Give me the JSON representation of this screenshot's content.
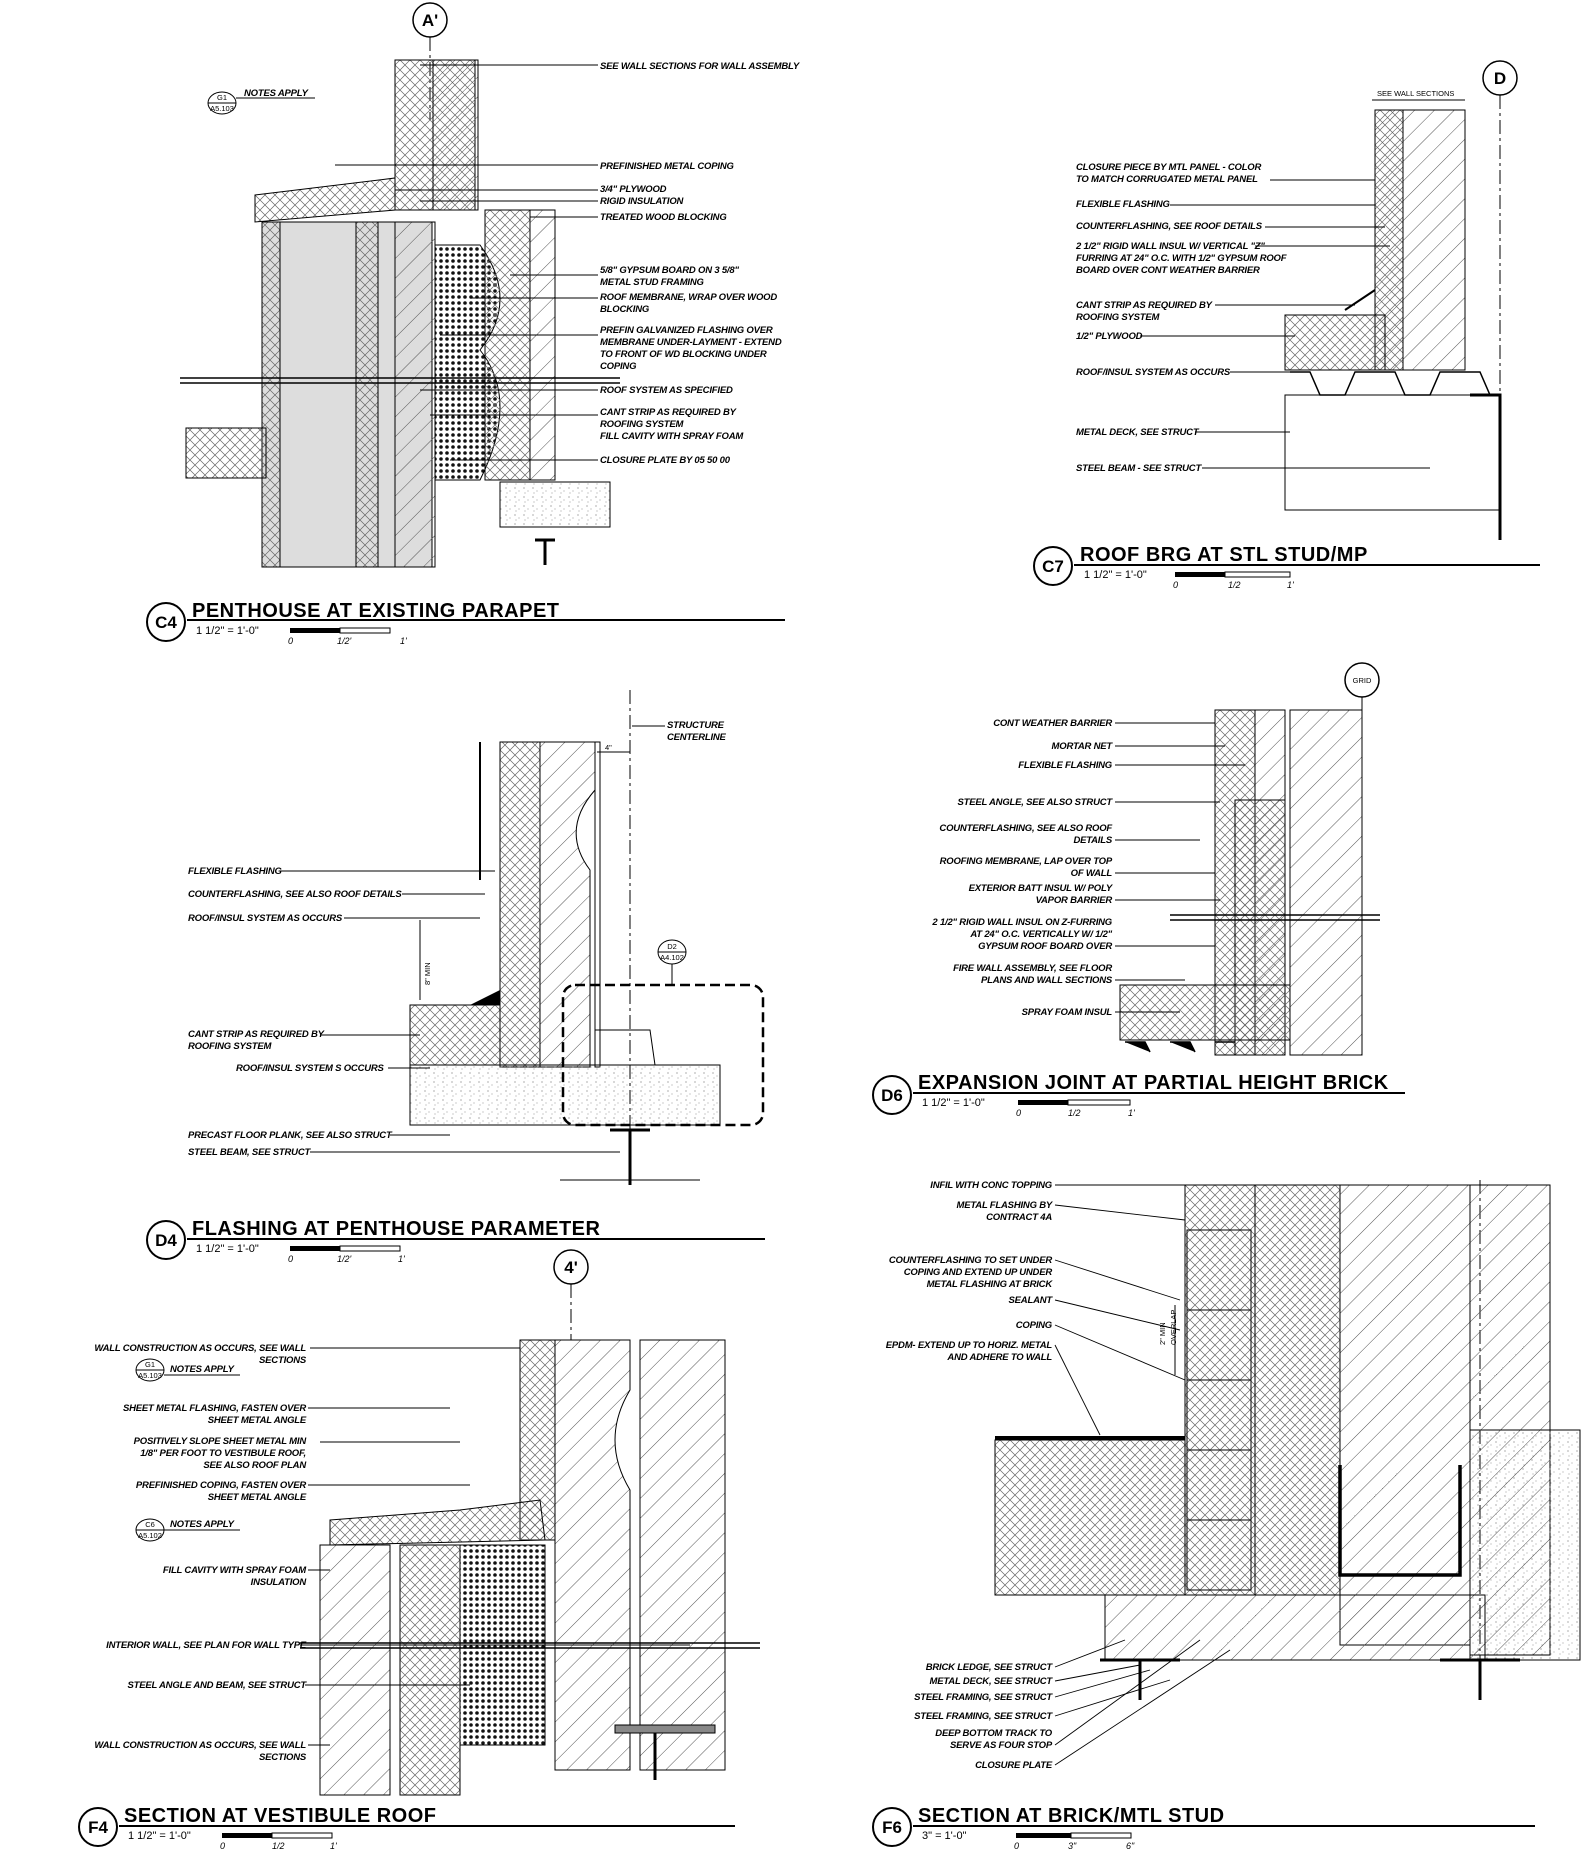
{
  "details": [
    {
      "id": "c4",
      "tag": "C4",
      "title": "PENTHOUSE AT EXISTING PARAPET",
      "scale": "1 1/2\" = 1'-0\"",
      "scale_ticks": [
        "0",
        "1/2'",
        "1'"
      ],
      "grid": "A'",
      "ref": {
        "top": "G1",
        "bottom": "A5.103",
        "text": "NOTES APPLY"
      },
      "notes": [
        "SEE WALL SECTIONS FOR WALL ASSEMBLY",
        "PREFINISHED METAL COPING",
        "3/4\" PLYWOOD",
        "RIGID INSULATION",
        "TREATED WOOD BLOCKING",
        "5/8\" GYPSUM BOARD ON 3 5/8\"",
        "METAL STUD FRAMING",
        "ROOF MEMBRANE, WRAP OVER WOOD",
        "BLOCKING",
        "PREFIN GALVANIZED FLASHING OVER",
        "MEMBRANE UNDER-LAYMENT - EXTEND",
        "TO FRONT OF WD BLOCKING UNDER",
        "COPING",
        "ROOF SYSTEM AS SPECIFIED",
        "CANT STRIP AS REQUIRED BY",
        "ROOFING SYSTEM",
        "FILL CAVITY WITH SPRAY FOAM",
        "CLOSURE PLATE BY 05 50 00"
      ]
    },
    {
      "id": "c7",
      "tag": "C7",
      "title": "ROOF BRG AT STL STUD/MP",
      "scale": "1 1/2\" = 1'-0\"",
      "scale_ticks": [
        "0",
        "1/2",
        "1'"
      ],
      "grid": "D",
      "dim": "SEE WALL SECTIONS",
      "notes": [
        "CLOSURE PIECE BY MTL PANEL - COLOR",
        "TO MATCH CORRUGATED METAL PANEL",
        "FLEXIBLE FLASHING",
        "COUNTERFLASHING, SEE ROOF DETAILS",
        "2 1/2\" RIGID WALL INSUL W/ VERTICAL \"Z\"",
        "FURRING AT 24\" O.C. WITH 1/2\" GYPSUM ROOF",
        "BOARD OVER CONT WEATHER BARRIER",
        "CANT STRIP AS REQUIRED BY",
        "ROOFING SYSTEM",
        "1/2\" PLYWOOD",
        "ROOF/INSUL SYSTEM AS OCCURS",
        "METAL DECK, SEE STRUCT",
        "STEEL BEAM - SEE STRUCT"
      ]
    },
    {
      "id": "d4",
      "tag": "D4",
      "title": "FLASHING AT PENTHOUSE PARAMETER",
      "scale": "1 1/2\" = 1'-0\"",
      "scale_ticks": [
        "0",
        "1/2'",
        "1'"
      ],
      "centerline": [
        "STRUCTURE",
        "CENTERLINE"
      ],
      "dim_top": "4\"",
      "dim_side": "8\" MIN",
      "ref": {
        "top": "D2",
        "bottom": "A4.102"
      },
      "notes": [
        "FLEXIBLE FLASHING",
        "COUNTERFLASHING, SEE ALSO ROOF DETAILS",
        "ROOF/INSUL SYSTEM AS OCCURS",
        "CANT STRIP AS REQUIRED BY",
        "ROOFING SYSTEM",
        "ROOF/INSUL SYSTEM S OCCURS",
        "PRECAST FLOOR PLANK, SEE ALSO STRUCT",
        "STEEL BEAM, SEE STRUCT"
      ]
    },
    {
      "id": "d6",
      "tag": "D6",
      "title": "EXPANSION JOINT AT PARTIAL HEIGHT BRICK",
      "scale": "1 1/2\" = 1'-0\"",
      "scale_ticks": [
        "0",
        "1/2",
        "1'"
      ],
      "grid": "GRID",
      "notes": [
        "CONT WEATHER BARRIER",
        "MORTAR NET",
        "FLEXIBLE FLASHING",
        "STEEL ANGLE, SEE ALSO STRUCT",
        "COUNTERFLASHING, SEE ALSO ROOF",
        "DETAILS",
        "ROOFING MEMBRANE, LAP OVER TOP",
        "OF WALL",
        "EXTERIOR BATT INSUL W/ POLY",
        "VAPOR BARRIER",
        "2 1/2\" RIGID WALL INSUL ON Z-FURRING",
        "AT 24\" O.C. VERTICALLY W/ 1/2\"",
        "GYPSUM ROOF BOARD OVER",
        "FIRE WALL ASSEMBLY, SEE FLOOR",
        "PLANS AND WALL SECTIONS",
        "SPRAY FOAM INSUL"
      ]
    },
    {
      "id": "f4",
      "tag": "F4",
      "title": "SECTION AT VESTIBULE ROOF",
      "scale": "1 1/2\" = 1'-0\"",
      "scale_ticks": [
        "0",
        "1/2",
        "1'"
      ],
      "grid": "4'",
      "ref1": {
        "top": "G1",
        "bottom": "A5.103",
        "text": "NOTES APPLY"
      },
      "ref2": {
        "top": "C6",
        "bottom": "A5.102",
        "text": "NOTES APPLY"
      },
      "notes": [
        "WALL CONSTRUCTION AS OCCURS, SEE WALL",
        "SECTIONS",
        "SHEET METAL FLASHING, FASTEN OVER",
        "SHEET METAL ANGLE",
        "POSITIVELY SLOPE SHEET METAL MIN",
        "1/8\" PER FOOT TO VESTIBULE ROOF,",
        "SEE ALSO ROOF PLAN",
        "PREFINISHED COPING, FASTEN OVER",
        "SHEET METAL ANGLE",
        "FILL CAVITY WITH SPRAY FOAM",
        "INSULATION",
        "INTERIOR WALL, SEE PLAN FOR WALL TYPE",
        "STEEL ANGLE AND BEAM, SEE STRUCT",
        "WALL CONSTRUCTION AS OCCURS, SEE WALL",
        "SECTIONS"
      ]
    },
    {
      "id": "f6",
      "tag": "F6",
      "title": "SECTION AT BRICK/MTL STUD",
      "scale": "3\" = 1'-0\"",
      "scale_ticks": [
        "0",
        "3\"",
        "6\""
      ],
      "dim_side": [
        "2\" MIN",
        "OVERLAP"
      ],
      "notes": [
        "INFIL WITH CONC TOPPING",
        "METAL FLASHING BY",
        "CONTRACT 4A",
        "COUNTERFLASHING TO SET UNDER",
        "COPING AND EXTEND UP UNDER",
        "METAL FLASHING AT BRICK",
        "SEALANT",
        "COPING",
        "EPDM- EXTEND UP TO HORIZ. METAL",
        "AND ADHERE TO WALL",
        "BRICK LEDGE, SEE STRUCT",
        "METAL DECK, SEE STRUCT",
        "STEEL FRAMING, SEE STRUCT",
        "STEEL FRAMING, SEE STRUCT",
        "DEEP BOTTOM TRACK TO",
        "SERVE AS FOUR STOP",
        "CLOSURE PLATE"
      ]
    }
  ]
}
